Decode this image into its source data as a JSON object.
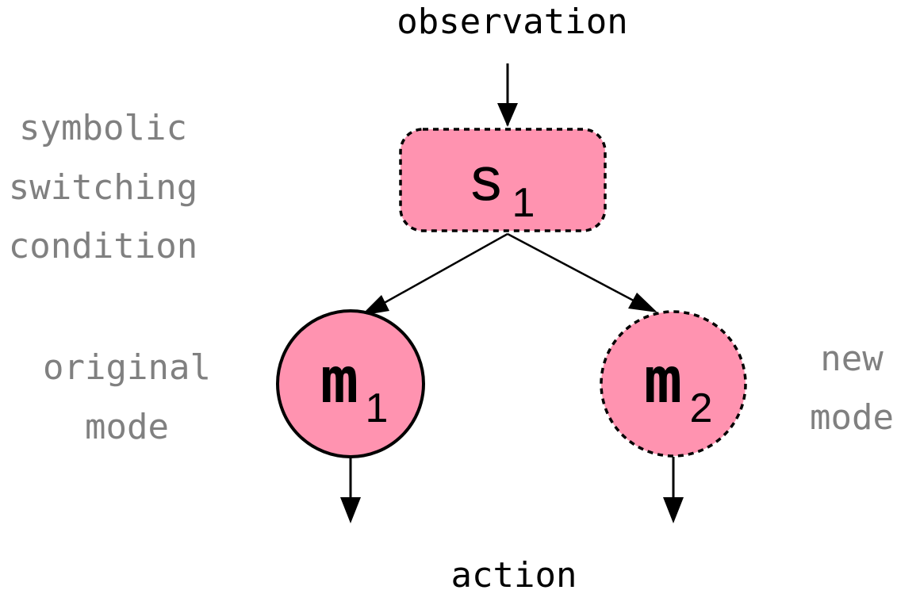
{
  "labels": {
    "observation": "observation",
    "action": "action",
    "condition_line1": "symbolic",
    "condition_line2": "switching",
    "condition_line3": "condition",
    "original_line1": "original",
    "original_line2": "mode",
    "new_line1": "new",
    "new_line2": "mode"
  },
  "nodes": {
    "switch": {
      "letter": "s",
      "subscript": "1",
      "border": "dashed"
    },
    "original_mode": {
      "letter": "m",
      "subscript": "1",
      "border": "solid"
    },
    "new_mode": {
      "letter": "m",
      "subscript": "2",
      "border": "dashed"
    }
  },
  "colors": {
    "node_fill": "#ff93b0",
    "stroke": "#000000",
    "side_label": "#808080",
    "main_label": "#000000"
  }
}
